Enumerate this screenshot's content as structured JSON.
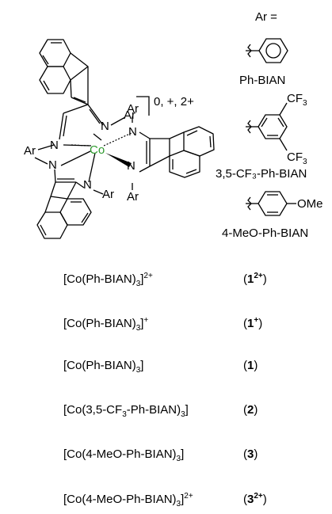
{
  "structure": {
    "ar_header": "Ar =",
    "charge": "0, +, 2+",
    "metal": "Co",
    "n_label": "N",
    "ar_label": "Ar",
    "ligands": [
      {
        "name": "Ph-BIAN"
      },
      {
        "name": "3,5-CF₃-Ph-BIAN",
        "substituent": "CF"
      },
      {
        "name": "4-MeO-Ph-BIAN",
        "substituent": "OMe"
      }
    ],
    "cf3_sub": "3"
  },
  "compounds": [
    {
      "formula_main": "[Co(Ph-BIAN)",
      "formula_sub": "3",
      "formula_end": "]",
      "charge_sup": "2+",
      "label_open": "(",
      "label_num": "1",
      "label_sup": "2+",
      "label_close": ")"
    },
    {
      "formula_main": "[Co(Ph-BIAN)",
      "formula_sub": "3",
      "formula_end": "]",
      "charge_sup": "+",
      "label_open": "(",
      "label_num": "1",
      "label_sup": "+",
      "label_close": ")"
    },
    {
      "formula_main": "[Co(Ph-BIAN)",
      "formula_sub": "3",
      "formula_end": "]",
      "charge_sup": "",
      "label_open": "(",
      "label_num": "1",
      "label_sup": "",
      "label_close": ")"
    },
    {
      "formula_main": "[Co(3,5-CF",
      "formula_mid_sub": "3",
      "formula_mid": "-Ph-BIAN)",
      "formula_sub": "3",
      "formula_end": "]",
      "charge_sup": "",
      "label_open": "(",
      "label_num": "2",
      "label_sup": "",
      "label_close": ")"
    },
    {
      "formula_main": "[Co(4-MeO-Ph-BIAN)",
      "formula_sub": "3",
      "formula_end": "]",
      "charge_sup": "",
      "label_open": "(",
      "label_num": "3",
      "label_sup": "",
      "label_close": ")"
    },
    {
      "formula_main": "[Co(4-MeO-Ph-BIAN)",
      "formula_sub": "3",
      "formula_end": "]",
      "charge_sup": "2+",
      "label_open": "(",
      "label_num": "3",
      "label_sup": "2+",
      "label_close": ")"
    }
  ]
}
